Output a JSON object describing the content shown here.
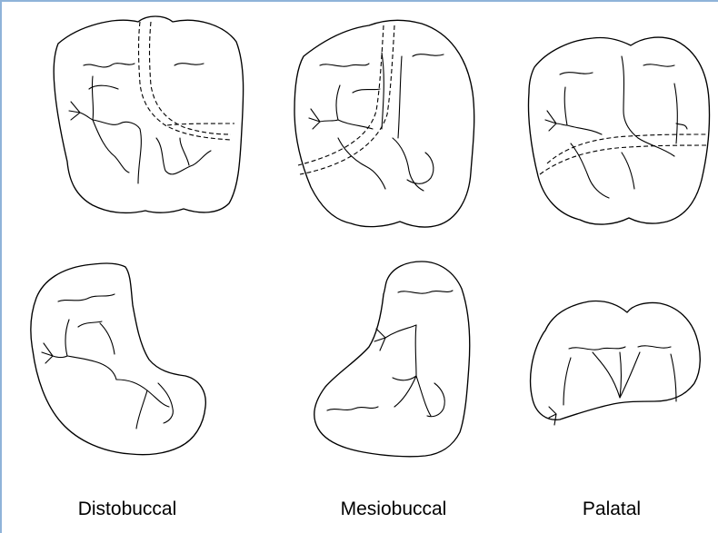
{
  "figure": {
    "captions": {
      "distobuccal": "Distobuccal",
      "mesiobuccal": "Mesiobuccal",
      "palatal": "Palatal"
    },
    "frame_color": "#8fb3d9",
    "line_color": "#000000"
  }
}
